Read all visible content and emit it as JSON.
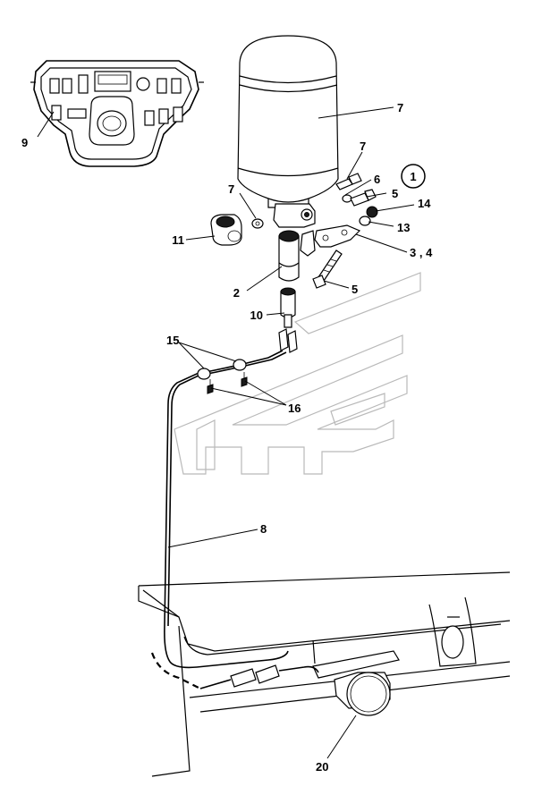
{
  "diagram": {
    "callouts": {
      "c1": "1",
      "c2": "2",
      "c34": "3 , 4",
      "c5a": "5",
      "c5b": "5",
      "c6": "6",
      "c7a": "7",
      "c7b": "7",
      "c7c": "7",
      "c8": "8",
      "c9": "9",
      "c10": "10",
      "c11": "11",
      "c13": "13",
      "c14": "14",
      "c15": "15",
      "c16": "16",
      "c20": "20"
    },
    "colors": {
      "line": "#000000",
      "watermark": "#b9b9b9",
      "background": "#ffffff"
    }
  }
}
